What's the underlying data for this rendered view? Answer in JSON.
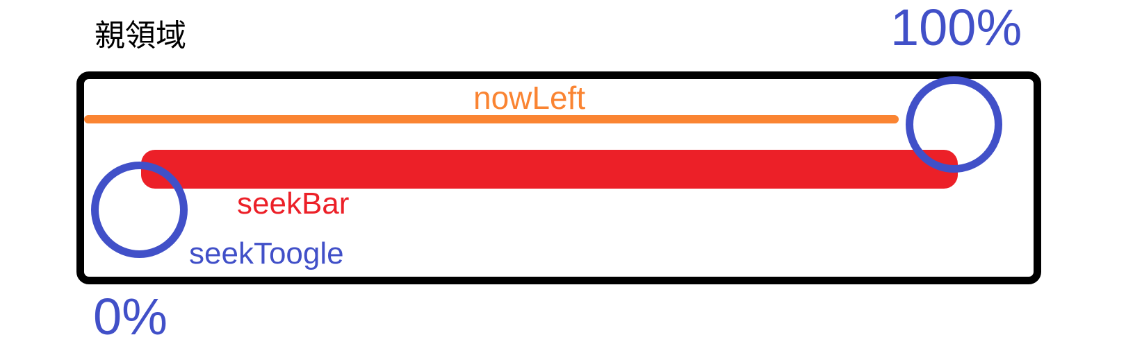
{
  "diagram": {
    "title_label": "親領域",
    "container": {
      "name_label": "親領域"
    },
    "range": {
      "min_label": "0%",
      "max_label": "100%"
    },
    "elements": {
      "now_left_label": "nowLeft",
      "seek_bar_label": "seekBar",
      "seek_toggle_label": "seekToogle"
    },
    "colors": {
      "border": "#000000",
      "now_left": "#fa8432",
      "seek_bar": "#ec2028",
      "toggle": "#4150c8",
      "background": "#ffffff"
    }
  }
}
